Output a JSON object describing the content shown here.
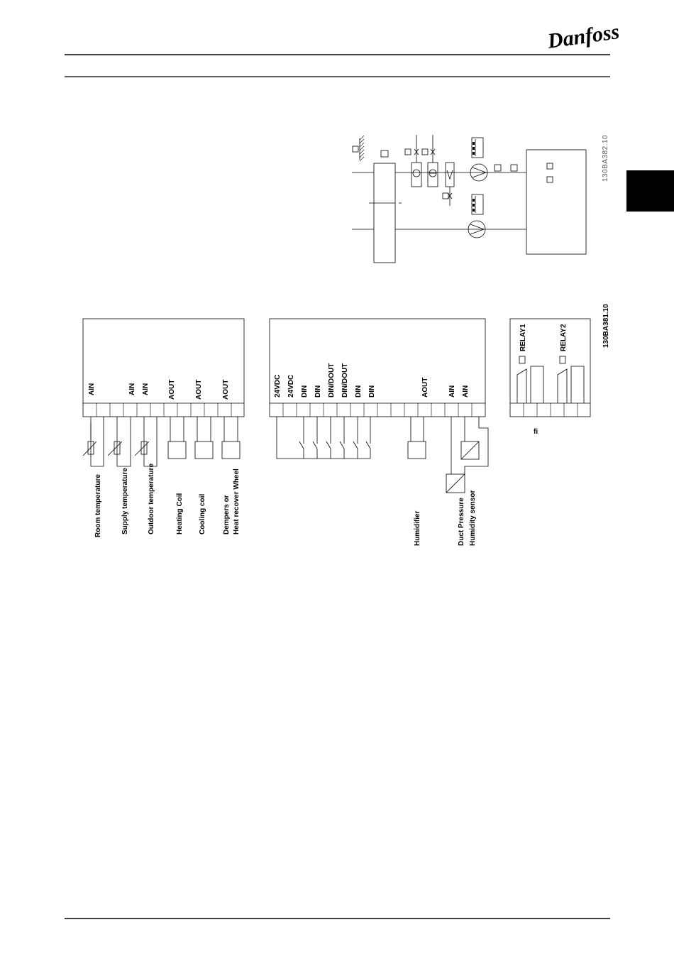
{
  "header": {
    "logo_text": "Danfoss"
  },
  "top_diagram": {
    "code": "130BA382.10"
  },
  "controller_1": {
    "terminals": [
      "AIN",
      "AIN",
      "AIN",
      "AOUT",
      "AOUT",
      "AOUT"
    ],
    "devices": [
      "Room temperature",
      "Supply  temperature",
      "Outdoor temperature",
      "Heating Coil",
      "Cooling coil",
      "Dempers or",
      "Heat recover Wheel"
    ]
  },
  "controller_2": {
    "terminals": [
      "24VDC",
      "24VDC",
      "DIN",
      "DIN",
      "DIN/DOUT",
      "DIN/DOUT",
      "DIN",
      "DIN",
      "AOUT",
      "AIN",
      "AIN"
    ],
    "devices": [
      "Humidifier",
      "Duct Pressure",
      "Humidity sensor"
    ]
  },
  "relay_box": {
    "relays": [
      "RELAY1",
      "RELAY2"
    ],
    "note": "fi",
    "code": "130BA381.10"
  }
}
